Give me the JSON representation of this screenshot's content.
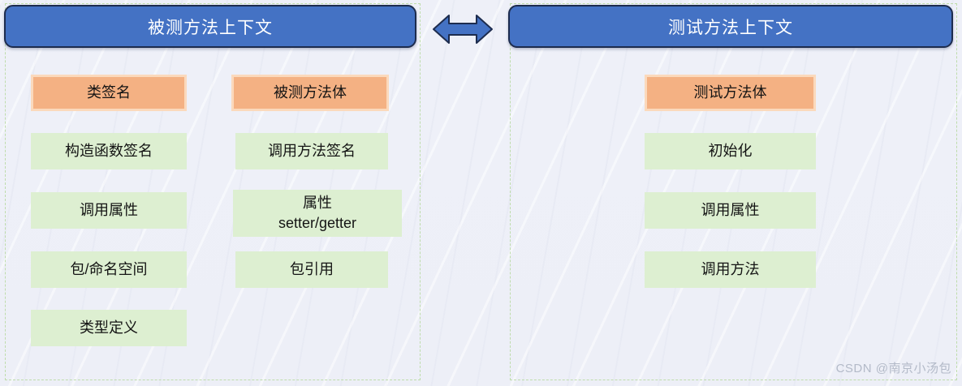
{
  "left_panel": {
    "header": "被测方法上下文",
    "column1": [
      "类签名",
      "构造函数签名",
      "调用属性",
      "包/命名空间",
      "类型定义"
    ],
    "column2": [
      "被测方法体",
      "调用方法签名",
      "属性\nsetter/getter",
      "包引用"
    ]
  },
  "right_panel": {
    "header": "测试方法上下文",
    "column": [
      "测试方法体",
      "初始化",
      "调用属性",
      "调用方法"
    ]
  },
  "arrow": {
    "icon": "double-headed-arrow"
  },
  "watermark": "CSDN @南京小汤包",
  "colors": {
    "header_fill": "#4472c4",
    "header_border": "#1d2c4e",
    "header_text": "#ffffff",
    "orange_fill": "#f4b183",
    "orange_border": "#fbd9bc",
    "green_fill": "#ddefd1",
    "box_text": "#141414",
    "dashed_border": "#bedcab",
    "background": "#eef0f8",
    "watermark_text": "#b3bac8"
  }
}
